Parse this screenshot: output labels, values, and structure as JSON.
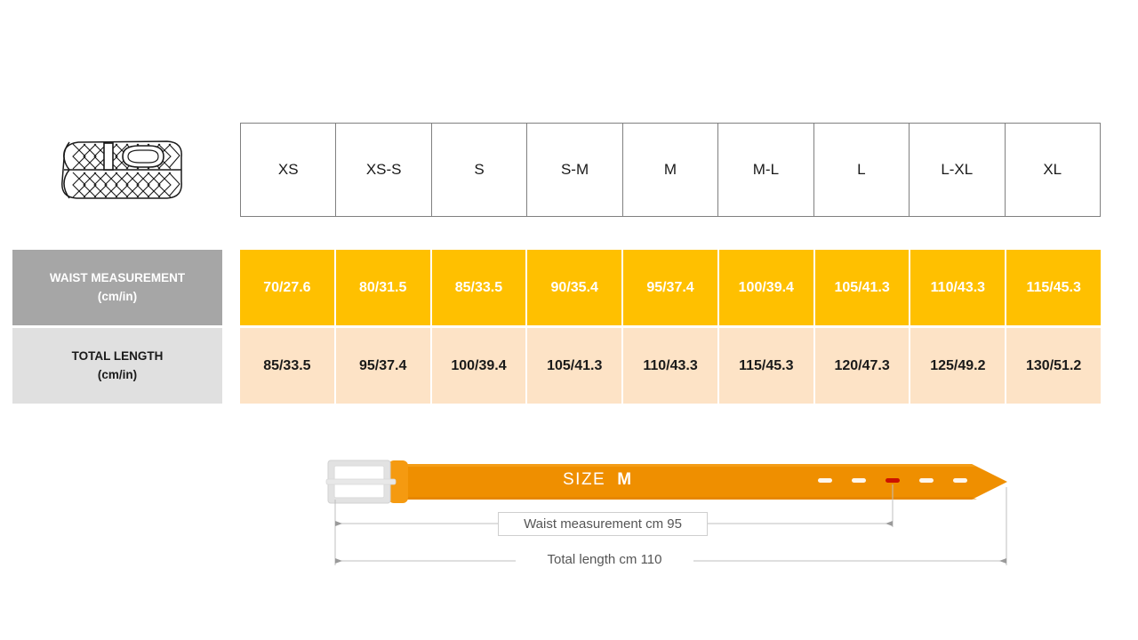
{
  "product_icon": {
    "name": "braided-belt-icon",
    "alt": "Braided belt"
  },
  "chart_data": {
    "type": "table",
    "title": "Belt size chart",
    "categories": [
      "XS",
      "XS-S",
      "S",
      "S-M",
      "M",
      "M-L",
      "L",
      "L-XL",
      "XL"
    ],
    "row_labels": [
      {
        "name": "WAIST MEASUREMENT",
        "unit": "(cm/in)"
      },
      {
        "name": "TOTAL LENGTH",
        "unit": "(cm/in)"
      }
    ],
    "series": [
      {
        "name": "WAIST MEASUREMENT (cm/in)",
        "values": [
          "70/27.6",
          "80/31.5",
          "85/33.5",
          "90/35.4",
          "95/37.4",
          "100/39.4",
          "105/41.3",
          "110/43.3",
          "115/45.3"
        ],
        "cm": [
          70,
          80,
          85,
          90,
          95,
          100,
          105,
          110,
          115
        ],
        "in": [
          27.6,
          31.5,
          33.5,
          35.4,
          37.4,
          39.4,
          41.3,
          43.3,
          45.3
        ]
      },
      {
        "name": "TOTAL LENGTH (cm/in)",
        "values": [
          "85/33.5",
          "95/37.4",
          "100/39.4",
          "105/41.3",
          "110/43.3",
          "115/45.3",
          "120/47.3",
          "125/49.2",
          "130/51.2"
        ],
        "cm": [
          85,
          95,
          100,
          105,
          110,
          115,
          120,
          125,
          130
        ],
        "in": [
          33.5,
          37.4,
          39.4,
          41.3,
          43.3,
          45.3,
          47.3,
          49.2,
          51.2
        ]
      }
    ],
    "xlabel": "",
    "ylabel": "",
    "grid": true,
    "legend": "none"
  },
  "table": {
    "header_cells": [
      "XS",
      "XS-S",
      "S",
      "S-M",
      "M",
      "M-L",
      "L",
      "L-XL",
      "XL"
    ],
    "rows": [
      {
        "label": "WAIST MEASUREMENT",
        "label_unit": "(cm/in)",
        "cells": [
          "70/27.6",
          "80/31.5",
          "85/33.5",
          "90/35.4",
          "95/37.4",
          "100/39.4",
          "105/41.3",
          "110/43.3",
          "115/45.3"
        ]
      },
      {
        "label": "TOTAL LENGTH",
        "label_unit": "(cm/in)",
        "cells": [
          "85/33.5",
          "95/37.4",
          "100/39.4",
          "105/41.3",
          "110/43.3",
          "115/45.3",
          "120/47.3",
          "125/49.2",
          "130/51.2"
        ]
      }
    ]
  },
  "diagram": {
    "size_caption_prefix": "SIZE",
    "size_caption_value": "M",
    "waist_label": "Waist measurement cm 95",
    "total_label": "Total length cm 110",
    "holes_total": 5,
    "highlighted_hole_index": 3
  },
  "colors": {
    "waist_row_bg": "#FFC000",
    "length_row_bg": "#FDE3C6",
    "waist_label_bg": "#A6A6A6",
    "length_label_bg": "#E0E0E0",
    "belt_body": "#EF8F00",
    "belt_accent": "#F59A10",
    "buckle": "#E2E2E2",
    "highlight_hole": "#CC1100",
    "table_border": "#808080",
    "text_dark": "#1A1A1A",
    "text_muted": "#555555"
  }
}
